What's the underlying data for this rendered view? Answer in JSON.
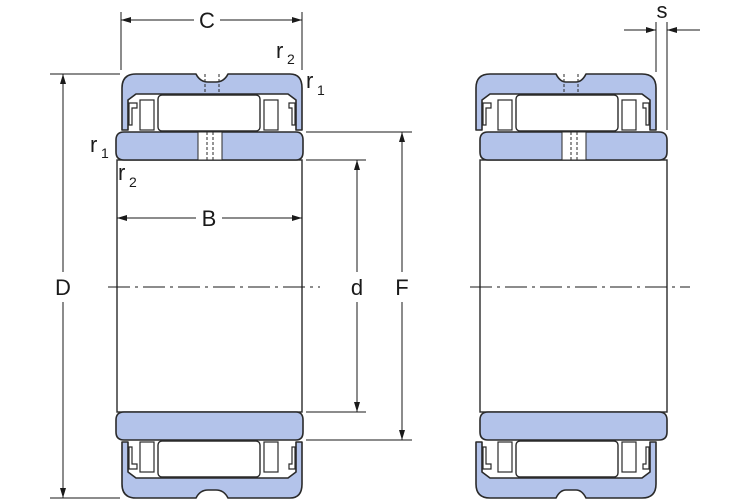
{
  "colors": {
    "background": "#ffffff",
    "part_fill": "#b3c3ea",
    "outline": "#2a2a2a",
    "dimension_line": "#1a1a1a"
  },
  "labels": {
    "C": "C",
    "B": "B",
    "D": "D",
    "d": "d",
    "F": "F",
    "s": "s",
    "r": "r",
    "sub1": "1",
    "sub2": "2"
  }
}
